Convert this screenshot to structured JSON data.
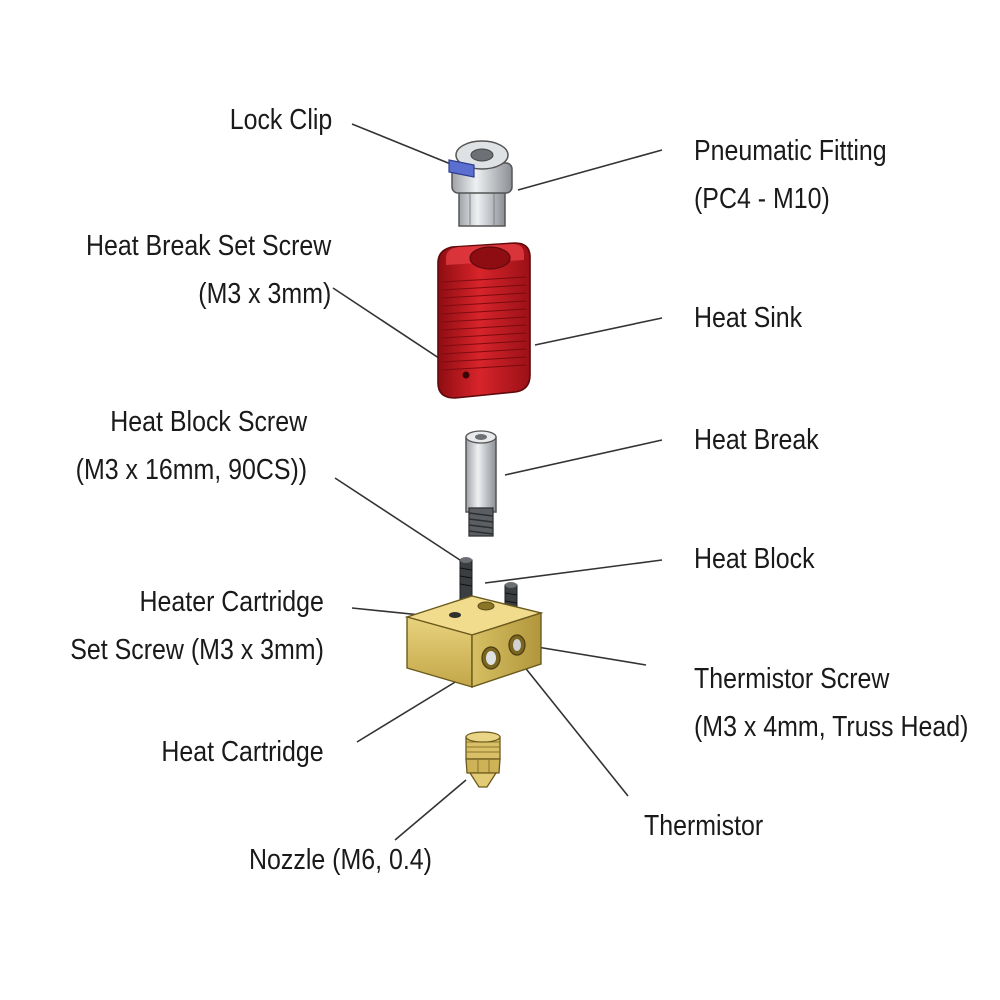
{
  "labels": {
    "lock_clip": "Lock Clip",
    "pneumatic_fitting": {
      "line1": "Pneumatic Fitting",
      "line2": "(PC4 - M10)"
    },
    "heat_break_set_screw": {
      "line1": "Heat Break Set Screw",
      "line2": "(M3 x 3mm)"
    },
    "heat_sink": "Heat Sink",
    "heat_block_screw": {
      "line1": "Heat Block Screw",
      "line2": "(M3 x 16mm, 90CS))"
    },
    "heat_break": "Heat Break",
    "heat_block": "Heat Block",
    "heater_cartridge_set_screw": {
      "line1": "Heater Cartridge",
      "line2": "Set Screw (M3 x 3mm)"
    },
    "thermistor_screw": {
      "line1": "Thermistor Screw",
      "line2": "(M3 x 4mm, Truss Head)"
    },
    "heat_cartridge": "Heat Cartridge",
    "thermistor": "Thermistor",
    "nozzle": "Nozzle (M6, 0.4)"
  },
  "colors": {
    "heat_sink": "#c8141c",
    "brass": "#d9c068",
    "fitting": "#c9ccd0",
    "lock_clip": "#5a6fd0",
    "leader": "#333333"
  }
}
